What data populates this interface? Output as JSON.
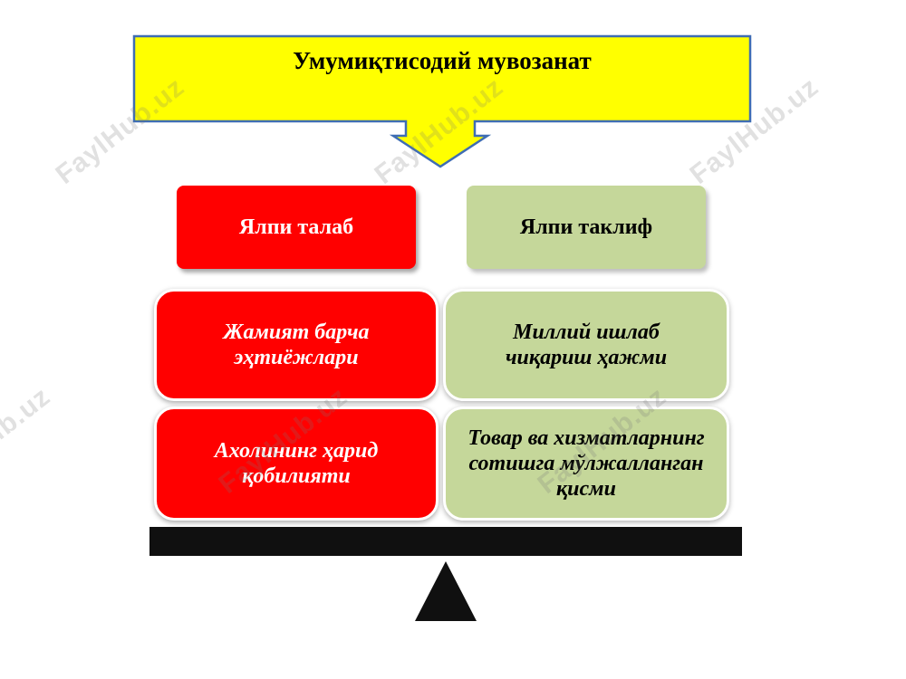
{
  "title": "Умумиқтисодий мувозанат",
  "demand": {
    "header": "Ялпи талаб",
    "items": [
      "Жамият барча эҳтиёжлари",
      "Ахолининг ҳарид қобилияти"
    ]
  },
  "supply": {
    "header": "Ялпи таклиф",
    "items": [
      "Миллий ишлаб чиқариш ҳажми",
      "Товар ва хизматларнинг сотишга мўлжалланган қисми"
    ]
  },
  "watermark": "FaylHub.uz",
  "colors": {
    "callout": "#ffff00",
    "callout_border": "#3f6db3",
    "demand": "#ff0000",
    "supply": "#c5d79a",
    "beam": "#101010"
  }
}
